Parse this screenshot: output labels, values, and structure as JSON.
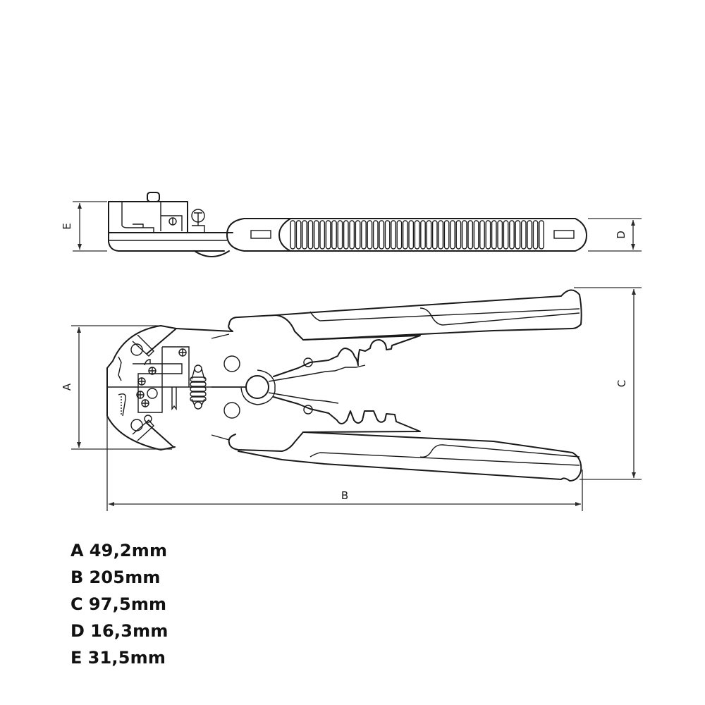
{
  "drawing": {
    "subject": "Automatic wire stripper pliers — technical dimension drawing",
    "views": [
      "side-view",
      "top-view"
    ],
    "dimension_labels": {
      "A": "A",
      "B": "B",
      "C": "C",
      "D": "D",
      "E": "E"
    }
  },
  "legend": {
    "items": [
      {
        "letter": "A",
        "value": "49,2mm"
      },
      {
        "letter": "B",
        "value": "205mm"
      },
      {
        "letter": "C",
        "value": "97,5mm"
      },
      {
        "letter": "D",
        "value": "16,3mm"
      },
      {
        "letter": "E",
        "value": "31,5mm"
      }
    ]
  },
  "colors": {
    "line": "#1a1a1a",
    "background": "#ffffff"
  }
}
